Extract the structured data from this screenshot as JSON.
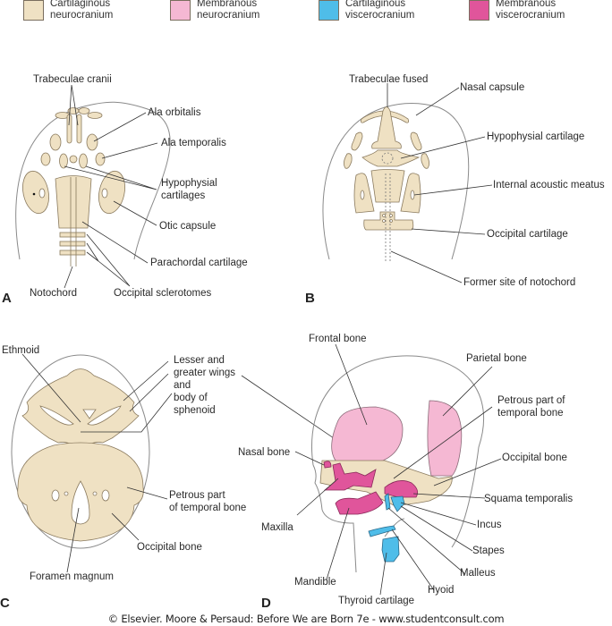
{
  "legend": [
    {
      "label": "Cartilaginous\nneurocranium",
      "color": "#efe1c3"
    },
    {
      "label": "Membranous\nneurocranium",
      "color": "#f5b8d3"
    },
    {
      "label": "Cartilaginous\nviscerocranium",
      "color": "#4fbde9"
    },
    {
      "label": "Membranous\nviscerocranium",
      "color": "#e0559b"
    }
  ],
  "panels": {
    "A": {
      "letter": "A",
      "labels": {
        "trabeculae_cranii": "Trabeculae cranii",
        "ala_orbitalis": "Ala orbitalis",
        "ala_temporalis": "Ala temporalis",
        "hypophysial_cartilages": "Hypophysial\ncartilages",
        "otic_capsule": "Otic capsule",
        "parachordal_cartilage": "Parachordal cartilage",
        "notochord": "Notochord",
        "occipital_sclerotomes": "Occipital sclerotomes"
      }
    },
    "B": {
      "letter": "B",
      "labels": {
        "trabeculae_fused": "Trabeculae fused",
        "nasal_capsule": "Nasal capsule",
        "hypophysial_cartilage": "Hypophysial cartilage",
        "internal_acoustic_meatus": "Internal acoustic meatus",
        "occipital_cartilage": "Occipital cartilage",
        "former_site_notochord": "Former site of notochord"
      }
    },
    "C": {
      "letter": "C",
      "labels": {
        "ethmoid": "Ethmoid",
        "sphenoid": "Lesser and\ngreater wings\nand\nbody of\nsphenoid",
        "petrous_temporal": "Petrous part\nof temporal bone",
        "occipital_bone": "Occipital bone",
        "foramen_magnum": "Foramen magnum"
      }
    },
    "D": {
      "letter": "D",
      "labels": {
        "frontal_bone": "Frontal bone",
        "parietal_bone": "Parietal bone",
        "petrous_temporal": "Petrous part of\ntemporal bone",
        "occipital_bone": "Occipital bone",
        "nasal_bone": "Nasal bone",
        "squama_temporalis": "Squama temporalis",
        "maxilla": "Maxilla",
        "incus": "Incus",
        "stapes": "Stapes",
        "mandible": "Mandible",
        "malleus": "Malleus",
        "hyoid": "Hyoid",
        "thyroid_cartilage": "Thyroid cartilage"
      }
    }
  },
  "credit": "© Elsevier. Moore & Persaud: Before We are Born 7e - www.studentconsult.com"
}
